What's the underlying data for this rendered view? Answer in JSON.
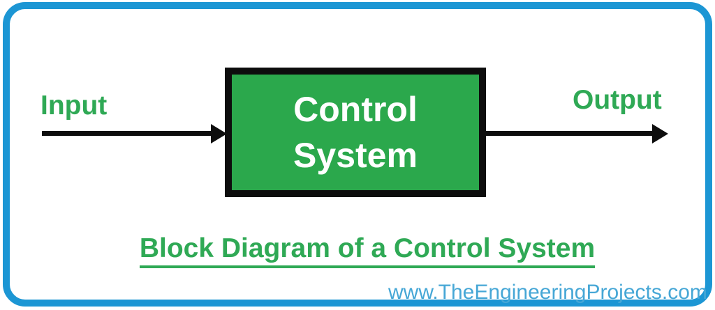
{
  "colors": {
    "frame_blue": "#1c96d4",
    "green": "#2fa955",
    "block_green": "#2ba84c",
    "block_border": "#0d0d0d",
    "block_text": "#ffffff",
    "arrow_black": "#0d0d0d",
    "watermark_blue": "#46a7d6",
    "background": "#ffffff"
  },
  "diagram": {
    "input_label": "Input",
    "output_label": "Output",
    "block": {
      "line1": "Control",
      "line2": "System"
    },
    "caption": "Block Diagram of a Control System"
  },
  "watermark": {
    "text": "www.TheEngineeringProjects.com"
  }
}
